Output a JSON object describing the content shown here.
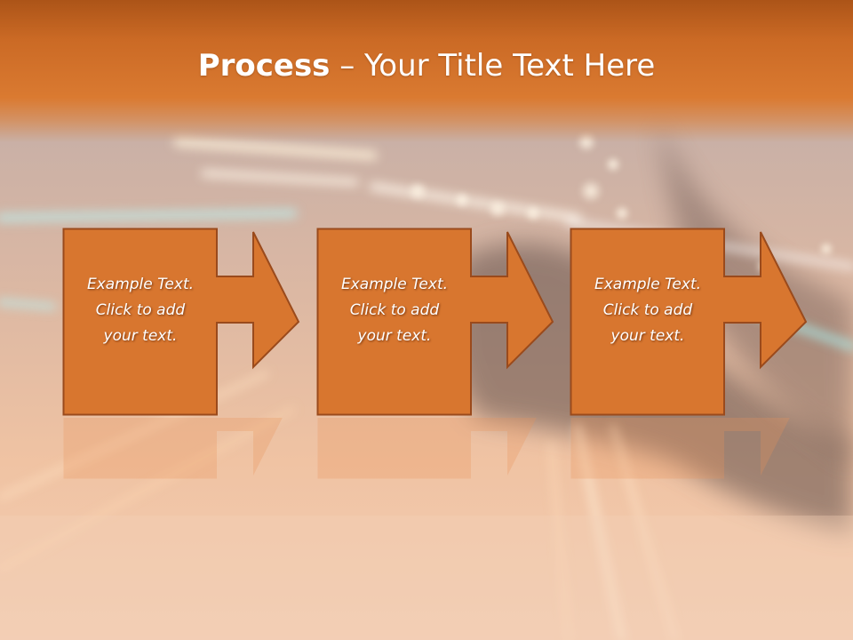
{
  "slide": {
    "title_bold": "Process",
    "title_rest": " – Your Title Text Here"
  },
  "steps": [
    {
      "text": "Example Text.\nClick  to add\nyour text."
    },
    {
      "text": "Example Text.\nClick  to add\nyour text."
    },
    {
      "text": "Example Text.\nClick  to add\nyour text."
    }
  ],
  "colors": {
    "header": "#d9782f",
    "shape_fill": "#d8762f",
    "shape_border": "#9a4a1c",
    "title_text": "#ffffff"
  }
}
